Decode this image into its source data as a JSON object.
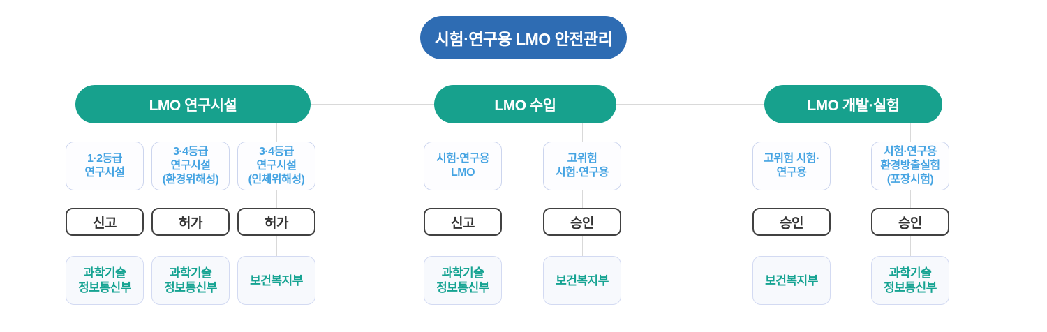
{
  "diagram": {
    "title": "시험·연구용 LMO 안전관리",
    "colors": {
      "root_bg": "#2e6cb3",
      "branch_bg": "#17a18d",
      "category_text": "#44a3e2",
      "ministry_text": "#16a392",
      "action_border": "#414141",
      "soft_border": "#ccd5ee",
      "connector_line": "#d9d9d9"
    },
    "branches": [
      {
        "label": "LMO 연구시설",
        "items": [
          {
            "category": "1·2등급\n연구시설",
            "action": "신고",
            "ministry": "과학기술\n정보통신부"
          },
          {
            "category": "3·4등급\n연구시설\n(환경위해성)",
            "action": "허가",
            "ministry": "과학기술\n정보통신부"
          },
          {
            "category": "3·4등급\n연구시설\n(인체위해성)",
            "action": "허가",
            "ministry": "보건복지부"
          }
        ]
      },
      {
        "label": "LMO 수입",
        "items": [
          {
            "category": "시험·연구용\nLMO",
            "action": "신고",
            "ministry": "과학기술\n정보통신부"
          },
          {
            "category": "고위험\n시험·연구용",
            "action": "승인",
            "ministry": "보건복지부"
          }
        ]
      },
      {
        "label": "LMO 개발·실험",
        "items": [
          {
            "category": "고위험 시험·\n연구용",
            "action": "승인",
            "ministry": "보건복지부"
          },
          {
            "category": "시험·연구용\n환경방출실험\n(포장시험)",
            "action": "승인",
            "ministry": "과학기술\n정보통신부"
          }
        ]
      }
    ]
  }
}
